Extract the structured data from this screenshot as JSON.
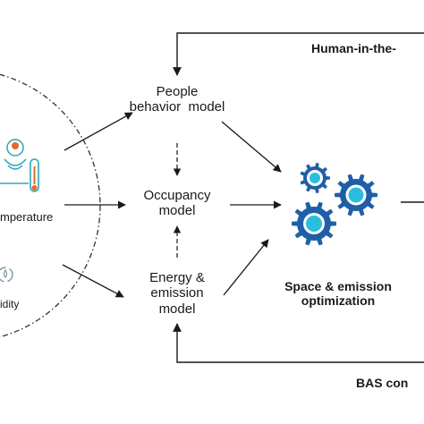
{
  "models": {
    "people_behavior": "People\nbehavior  model",
    "occupancy": "Occupancy\nmodel",
    "energy_emission": "Energy &\nemission\nmodel"
  },
  "optimization": {
    "label": "Space & emission\noptimization",
    "gear_color": "#1f5fa8",
    "gear_hub_color": "#2bbde0"
  },
  "loops": {
    "top": "Human-in-the-",
    "bottom": "BAS con"
  },
  "sensors": {
    "temperature": "mperature",
    "humidity": "idity",
    "icon_accent": "#2aa6b8",
    "icon_warm": "#e06b2a"
  }
}
